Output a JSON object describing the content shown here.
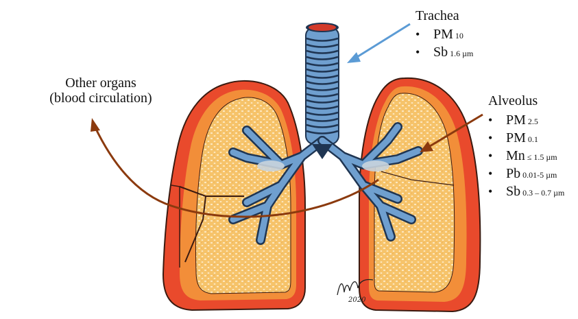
{
  "labels": {
    "other_organs_line1": "Other organs",
    "other_organs_line2": "(blood circulation)",
    "trachea": {
      "title": "Trachea",
      "items": [
        {
          "main": "PM",
          "sub": "10"
        },
        {
          "main": "Sb",
          "sub": "1.6 µm"
        }
      ]
    },
    "alveolus": {
      "title": "Alveolus",
      "items": [
        {
          "main": "PM",
          "sub": "2.5"
        },
        {
          "main": "PM",
          "sub": "0.1"
        },
        {
          "main": "Mn",
          "sub": "≤ 1.5 µm"
        },
        {
          "main": "Pb",
          "sub": "0.01-5 µm"
        },
        {
          "main": "Sb",
          "sub": "0.3 – 0.7 µm"
        }
      ]
    },
    "signature_year": "2020"
  },
  "colors": {
    "trachea_arrow": "#5b9bd5",
    "circulation_arrow": "#8b3a0e",
    "lung_fill": "#f5c26b",
    "lung_dots": "#fbe9c4",
    "pleura_outer": "#e8482d",
    "pleura_inner": "#f08a3a",
    "airway": "#6f9fcf",
    "airway_dark": "#1f3552",
    "airway_light": "#c9d4dd"
  },
  "icons": [
    "lungs-illustration",
    "trachea-illustration",
    "bronchi-illustration"
  ]
}
